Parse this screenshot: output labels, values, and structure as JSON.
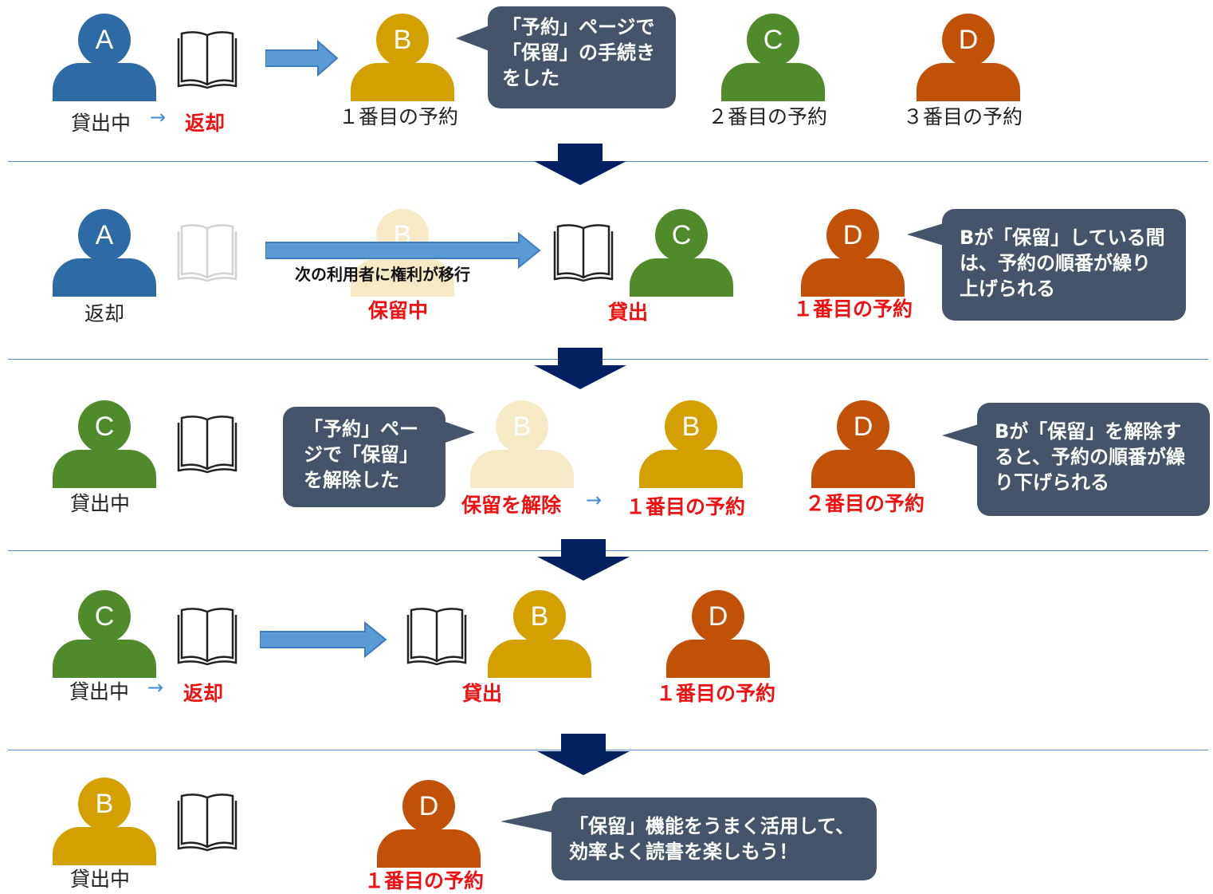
{
  "people": {
    "a": "A",
    "b": "B",
    "c": "C",
    "d": "D"
  },
  "colors": {
    "a": "#2e6aa6",
    "b": "#d4a000",
    "c": "#4f8b2a",
    "d": "#c25108",
    "callout": "#44546a",
    "down_arrow": "#002060",
    "right_arrow": "#5b9bd5",
    "highlight": "#ee1111"
  },
  "row1": {
    "a_status": "貸出中",
    "a_action": "返却",
    "b_label": "１番目の予約",
    "c_label": "２番目の予約",
    "d_label": "３番目の予約",
    "callout": "「予約」ページで「保留」の手続きをした"
  },
  "row2": {
    "a_label": "返却",
    "arrow_label": "次の利用者に権利が移行",
    "b_label": "保留中",
    "c_label": "貸出",
    "d_label": "１番目の予約",
    "callout": "Bが「保留」している間は、予約の順番が繰り上げられる"
  },
  "row3": {
    "c_label": "貸出中",
    "callout_left": "「予約」ページで「保留」を解除した",
    "b_from": "保留を解除",
    "b_to": "１番目の予約",
    "d_label": "２番目の予約",
    "callout_right": "Bが「保留」を解除すると、予約の順番が繰り下げられる"
  },
  "row4": {
    "c_status": "貸出中",
    "c_action": "返却",
    "b_label": "貸出",
    "d_label": "１番目の予約"
  },
  "row5": {
    "b_label": "貸出中",
    "d_label": "１番目の予約",
    "callout": "「保留」機能をうまく活用して、効率よく読書を楽しもう！"
  }
}
